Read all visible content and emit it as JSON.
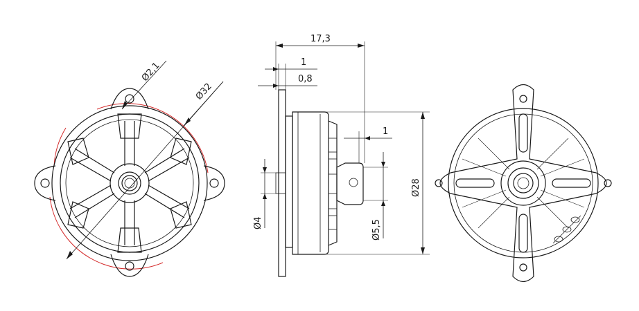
{
  "drawing": {
    "views": [
      "front-view",
      "side-view",
      "rear-view"
    ],
    "dimensions": {
      "hole_diameter": "Ø2,1",
      "mount_diameter": "Ø32",
      "total_length": "17,3",
      "flange_thickness": "1",
      "plate_thickness": "0,8",
      "shaft_step": "1",
      "shaft_diameter": "Ø4",
      "boss_diameter": "Ø5,5",
      "body_diameter": "Ø28"
    }
  }
}
